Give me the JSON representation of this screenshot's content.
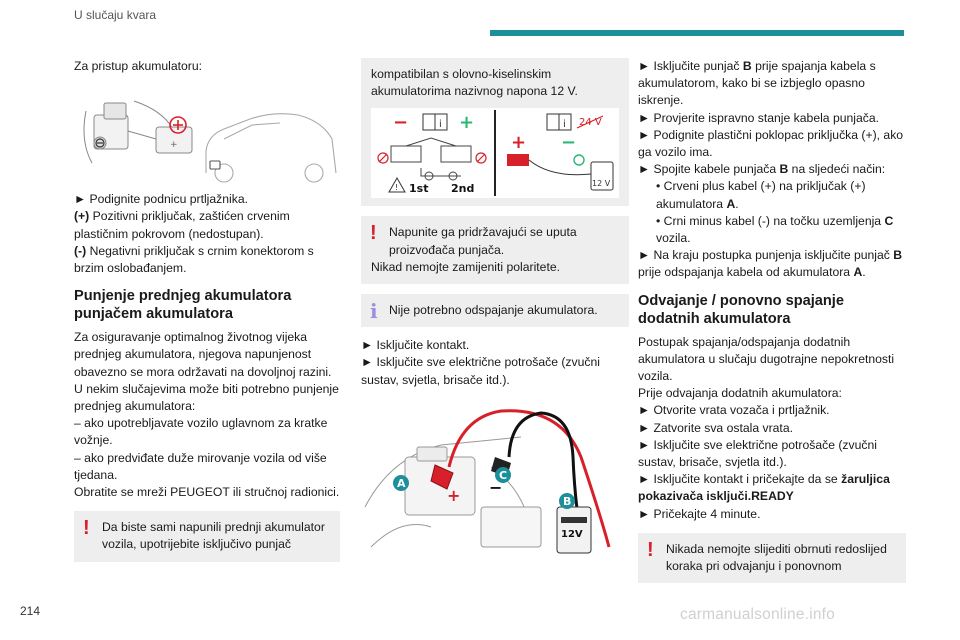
{
  "header": {
    "title": "U slučaju kvara"
  },
  "colors": {
    "accent": "#1d8f9a",
    "warning": "#d8202a",
    "info": "#9b8fe0",
    "notice_bg": "#eeeeee"
  },
  "page_number": "214",
  "watermark": "carmanualsonline.info",
  "col1": {
    "intro": "Za pristup akumulatoru:",
    "step1": "► Podignite podnicu prtljažnika.",
    "plus_key": "(+)",
    "plus_text": " Pozitivni priključak, zaštićen crvenim plastičnim pokrovom (nedostupan).",
    "minus_key": "(-)",
    "minus_text": " Negativni priključak s crnim konektorom s brzim oslobađanjem.",
    "heading": "Punjenje prednjeg akumulatora punjačem akumulatora",
    "para1": "Za osiguravanje optimalnog životnog vijeka prednjeg akumulatora, njegova napunjenost obavezno se mora održavati na dovoljnoj razini.",
    "para2": "U nekim slučajevima može biti potrebno punjenje prednjeg akumulatora:",
    "dash1": "– ako upotrebljavate vozilo uglavnom za kratke vožnje.",
    "dash2": "– ako predviđate duže mirovanje vozila od više tjedana.",
    "para3": "Obratite se mreži PEUGEOT ili stručnoj radionici.",
    "warning_mark": "!",
    "warning": "Da biste sami napunili prednji akumulator vozila, upotrijebite isključivo punjač"
  },
  "col2": {
    "notice_top": "kompatibilan s olovno-kiselinskim akumulatorima nazivnog napona 12 V.",
    "diagram": {
      "label_1st": "1st",
      "label_2nd": "2nd",
      "label_24v": "24 V",
      "label_12v": "12 V",
      "info_glyph": "i"
    },
    "warning_mark": "!",
    "warning_indented": "Napunite ga pridržavajući se uputa proizvođača punjača.",
    "warning_line2": "Nikad nemojte zamijeniti polaritete.",
    "info_mark": "i",
    "info": "Nije potrebno odspajanje akumulatora.",
    "step1": "► Isključite kontakt.",
    "step2": "► Isključite sve električne potrošače (zvučni sustav, svjetla, brisače itd.).",
    "photo": {
      "label_a": "A",
      "label_b": "B",
      "label_c": "C",
      "label_12v": "12V"
    }
  },
  "col3": {
    "s1_pre": "► Isključite punjač ",
    "s1_key": "B",
    "s1_post": " prije spajanja kabela s akumulatorom, kako bi se izbjeglo opasno iskrenje.",
    "s2": "► Provjerite ispravno stanje kabela punjača.",
    "s3": "► Podignite plastični poklopac priključka (+), ako ga vozilo ima.",
    "s4_pre": "► Spojite kabele punjača ",
    "s4_key": "B",
    "s4_post": " na sljedeći način:",
    "b1_pre": "• Crveni plus kabel (+) na priključak (+) akumulatora ",
    "b1_key": "A",
    "b1_post": ".",
    "b2_pre": "• Crni minus kabel (-) na točku uzemljenja ",
    "b2_key": "C",
    "b2_post": " vozila.",
    "s5_pre": "► Na kraju postupka punjenja isključite punjač ",
    "s5_key": "B",
    "s5_mid": " prije odspajanja kabela od akumulatora ",
    "s5_key2": "A",
    "s5_post": ".",
    "heading": "Odvajanje / ponovno spajanje dodatnih akumulatora",
    "para1": "Postupak spajanja/odspajanja dodatnih akumulatora u slučaju dugotrajne nepokretnosti vozila.",
    "para2": "Prije odvajanja dodatnih akumulatora:",
    "t1": "► Otvorite vrata vozača i prtljažnik.",
    "t2": "► Zatvorite sva ostala vrata.",
    "t3": "► Isključite sve električne potrošače (zvučni sustav, brisače, svjetla itd.).",
    "t4_pre": "► Isključite kontakt i pričekajte da se ",
    "t4_key": "žaruljica pokazivača isključi.READY",
    "t5": "► Pričekajte 4 minute.",
    "warning_mark": "!",
    "warning": "Nikada nemojte slijediti obrnuti redoslijed koraka pri odvajanju i ponovnom"
  }
}
